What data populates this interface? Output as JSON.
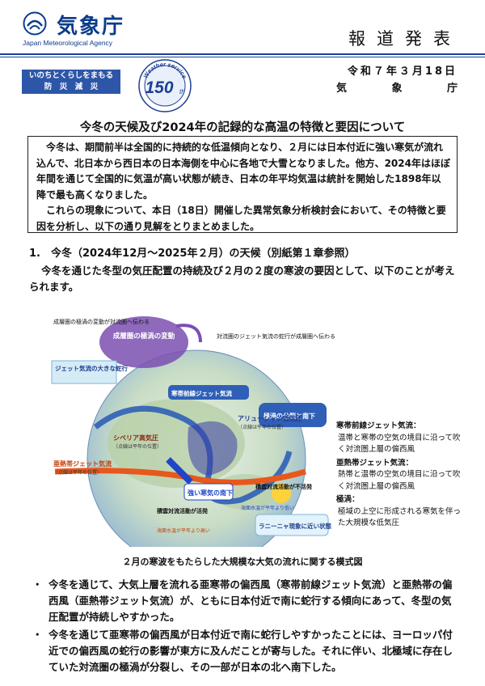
{
  "header": {
    "logo_text": "気象庁",
    "logo_sub": "Japan Meteorological Agency",
    "press_release": "報道発表",
    "date": "令和７年３月18日",
    "agency_chars": [
      "気",
      "象",
      "庁"
    ],
    "badge_lines": [
      "いのちとくらしをまもる",
      "防　災　減　災"
    ],
    "anniversary": "150",
    "anniversary_suffix": "th",
    "anniversary_ring": "Weather service"
  },
  "title": "今冬の天候及び2024年の記録的な高温の特徴と要因について",
  "summary": {
    "p1": "今冬は、期間前半は全国的に持続的な低温傾向となり、２月には日本付近に強い寒気が流れ込んで、北日本から西日本の日本海側を中心に各地で大雪となりました。他方、2024年はほぼ年間を通じて全国的に気温が高い状態が続き、日本の年平均気温は統計を開始した1898年以降で最も高くなりました。",
    "p2": "これらの現象について、本日（18日）開催した異常気象分析検討会において、その特徴と要因を分析し、以下の通り見解をとりまとめました。"
  },
  "section1": {
    "heading": "1.　今冬（2024年12月～2025年２月）の天候（別紙第１章参照）",
    "intro": "今冬を通じた冬型の気圧配置の持続及び２月の２度の寒波の要因として、以下のことが考えられます。"
  },
  "figure": {
    "labels": {
      "strat_change": "成層圏の極渦の変動が対流圏へ伝わる",
      "strat_vortex": "成層圏の極渦の変動",
      "trop_vortex": "対流圏のジェット気流の蛇行が成層圏へ伝わる",
      "jet_meander": "ジェット気流の大きな蛇行",
      "vortex_split": "極渦の分裂と南下",
      "polar_jet": "寒帯前線ジェット気流",
      "aleutian": "アリューシャン低気圧",
      "aleutian_note": "（点線は平年の位置）",
      "siberian": "シベリア高気圧",
      "siberian_note": "（点線は平年の位置）",
      "subtropical_jet": "亜熱帯ジェット気流",
      "subtropical_note": "（点線は平年の位置）",
      "cold_wave": "強い寒気の南下",
      "convection_low": "積雲対流活動が不活発",
      "convection_high": "積雲対流活動が活発",
      "sst_note": "海面水温が平年より低い",
      "sst_note2": "海面水温が平年より高い",
      "la_nina": "ラニーニャ現象に近い状態"
    },
    "caption": "２月の寒波をもたらした大規模な大気の流れに関する模式図"
  },
  "legend": [
    {
      "term": "寒帯前線ジェット気流：",
      "desc": "温帯と寒帯の空気の境目に沿って吹く対流圏上層の偏西風"
    },
    {
      "term": "亜熱帯ジェット気流：",
      "desc": "熱帯と温帯の空気の境目に沿って吹く対流圏上層の偏西風"
    },
    {
      "term": "極渦：",
      "desc": "極域の上空に形成される寒気を伴った大規模な低気圧"
    }
  ],
  "bullets": [
    "今冬を通じて、大気上層を流れる亜寒帯の偏西風（寒帯前線ジェット気流）と亜熱帯の偏西風（亜熱帯ジェット気流）が、ともに日本付近で南に蛇行する傾向にあって、冬型の気圧配置が持続しやすかった。",
    "今冬を通じて亜寒帯の偏西風が日本付近で南に蛇行しやすかったことには、ヨーロッパ付近での偏西風の蛇行の影響が東方に及んだことが寄与した。それに伴い、北極域に存在していた対流圏の極渦が分裂し、その一部が日本の北へ南下した。"
  ],
  "bullet_mark": "・",
  "colors": {
    "brand": "#0b3c8c",
    "badge": "#2d56a8",
    "jet_subtropical": "#e8581c",
    "jet_polar": "#2f5fb7",
    "cold": "#1f45c8",
    "vortex": "#7b4fb0"
  }
}
